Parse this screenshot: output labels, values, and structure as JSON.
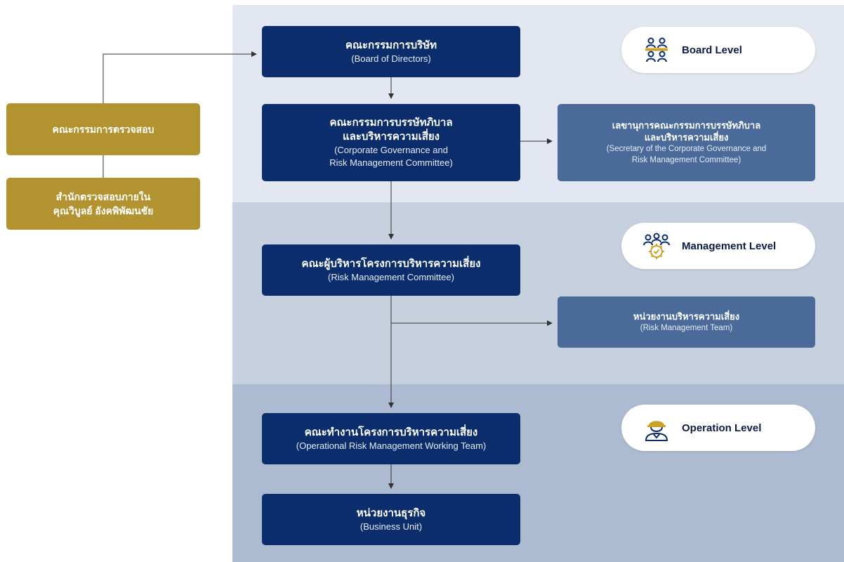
{
  "colors": {
    "navy": "#0b2d6b",
    "steel": "#4a6b9a",
    "gold": "#b39330",
    "board_band": "#e2e7f1",
    "management_band": "#c7d0df",
    "operation_band": "#adbbd2"
  },
  "levels": {
    "board": {
      "label": "Board Level",
      "icon": "board-group-icon"
    },
    "management": {
      "label": "Management Level",
      "icon": "management-gear-icon"
    },
    "operation": {
      "label": "Operation Level",
      "icon": "worker-helmet-icon"
    }
  },
  "nodes": {
    "board_of_directors": {
      "th": "คณะกรรมการบริษัท",
      "en": "(Board of Directors)"
    },
    "cg_committee": {
      "th_1": "คณะกรรมการบรรษัทภิบาล",
      "th_2": "และบริหารความเสี่ยง",
      "en_1": "(Corporate Governance and",
      "en_2": "Risk Management Committee)"
    },
    "cg_secretary": {
      "th_1": "เลขานุการคณะกรรมการบรรษัทภิบาล",
      "th_2": "และบริหารความเสี่ยง",
      "en_1": "(Secretary of the Corporate Governance and",
      "en_2": "Risk Management Committee)"
    },
    "risk_committee": {
      "th": "คณะผู้บริหารโครงการบริหารความเสี่ยง",
      "en": "(Risk Management Committee)"
    },
    "risk_team": {
      "th": "หน่วยงานบริหารความเสี่ยง",
      "en": "(Risk Management Team)"
    },
    "operational_team": {
      "th": "คณะทำงานโครงการบริหารความเสี่ยง",
      "en": "(Operational Risk Management Working Team)"
    },
    "business_unit": {
      "th": "หน่วยงานธุรกิจ",
      "en": "(Business Unit)"
    },
    "audit_committee": {
      "th": "คณะกรรมการตรวจสอบ"
    },
    "internal_audit": {
      "th_1": "สำนักตรวจสอบภายใน",
      "th_2": "คุณวิบูลย์ อังคพิพัฒนชัย"
    }
  }
}
